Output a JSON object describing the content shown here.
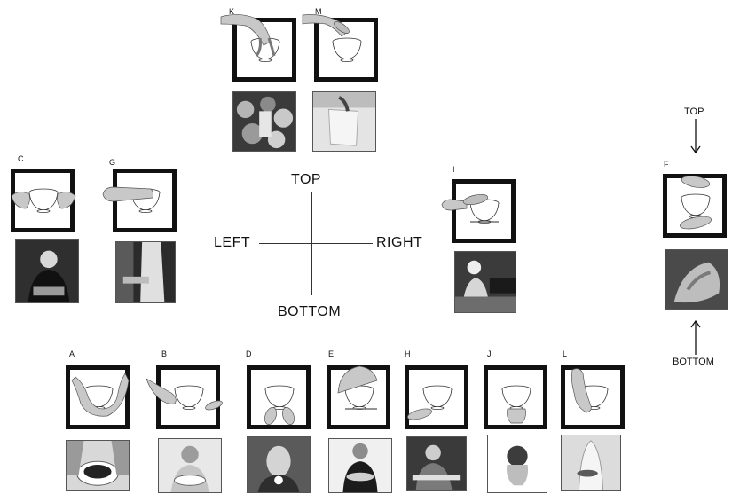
{
  "compass": {
    "top": "TOP",
    "bottom": "BOTTOM",
    "left": "LEFT",
    "right": "RIGHT"
  },
  "side_indicator": {
    "top": "TOP",
    "bottom": "BOTTOM"
  },
  "panels": [
    {
      "id": "K",
      "letter": "K"
    },
    {
      "id": "M",
      "letter": "M"
    },
    {
      "id": "C",
      "letter": "C"
    },
    {
      "id": "G",
      "letter": "G"
    },
    {
      "id": "I",
      "letter": "I"
    },
    {
      "id": "F",
      "letter": "F"
    },
    {
      "id": "A",
      "letter": "A"
    },
    {
      "id": "B",
      "letter": "B"
    },
    {
      "id": "D",
      "letter": "D"
    },
    {
      "id": "E",
      "letter": "E"
    },
    {
      "id": "H",
      "letter": "H"
    },
    {
      "id": "J",
      "letter": "J"
    },
    {
      "id": "L",
      "letter": "L"
    }
  ],
  "colors": {
    "hand": "#c8c8c8",
    "frame": "#111111",
    "photo_dark": "#2a2a2a",
    "photo_light": "#d9d9d9"
  }
}
